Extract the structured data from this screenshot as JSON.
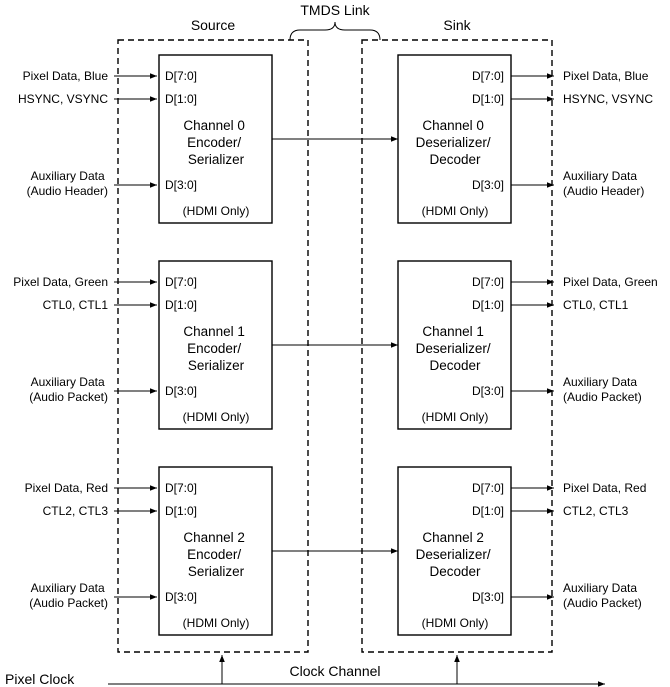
{
  "headers": {
    "source": "Source",
    "sink": "Sink",
    "link": "TMDS Link"
  },
  "ports": {
    "d70": "D[7:0]",
    "d10": "D[1:0]",
    "d30": "D[3:0]",
    "hdmi_only": "(HDMI Only)"
  },
  "channels": [
    {
      "encoder": [
        "Channel 0",
        "Encoder/",
        "Serializer"
      ],
      "decoder": [
        "Channel 0",
        "Deserializer/",
        "Decoder"
      ],
      "pixel": "Pixel Data, Blue",
      "control": "HSYNC, VSYNC",
      "aux": [
        "Auxiliary Data",
        "(Audio Header)"
      ]
    },
    {
      "encoder": [
        "Channel 1",
        "Encoder/",
        "Serializer"
      ],
      "decoder": [
        "Channel 1",
        "Deserializer/",
        "Decoder"
      ],
      "pixel": "Pixel Data, Green",
      "control": "CTL0, CTL1",
      "aux": [
        "Auxiliary Data",
        "(Audio Packet)"
      ]
    },
    {
      "encoder": [
        "Channel 2",
        "Encoder/",
        "Serializer"
      ],
      "decoder": [
        "Channel 2",
        "Deserializer/",
        "Decoder"
      ],
      "pixel": "Pixel Data, Red",
      "control": "CTL2, CTL3",
      "aux": [
        "Auxiliary Data",
        "(Audio Packet)"
      ]
    }
  ],
  "clock": {
    "input": "Pixel Clock",
    "channel": "Clock Channel"
  }
}
